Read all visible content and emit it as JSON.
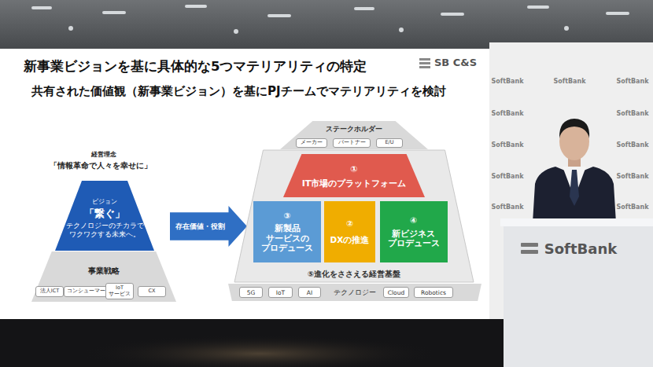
{
  "diagram": {
    "title": "新事業ビジョンを基に具体的な5つマテリアリティの特定",
    "nodes": [
      {
        "text": [
          "ビジョン",
          "「繋ぐ」",
          "テクノロジーのチカラで ワクワクする未来へ。"
        ]
      },
      {
        "text": [
          "事業戦略"
        ]
      },
      {
        "text": [
          "法人ICT"
        ],
        "in": 1
      },
      {
        "text": [
          "コンシューマー"
        ],
        "in": 1
      },
      {
        "text": [
          "IoT サービス"
        ],
        "in": 1
      },
      {
        "text": [
          "CX"
        ],
        "in": 1
      },
      {
        "text": [
          "存在価値・役割"
        ]
      },
      {
        "text": [
          "ステークホルダー"
        ]
      },
      {
        "text": [
          "メーカー"
        ],
        "in": 7
      },
      {
        "text": [
          "パートナー"
        ],
        "in": 7
      },
      {
        "text": [
          "E/U"
        ],
        "in": 7
      },
      {
        "text": [
          "⑤進化をささえる経営基盤"
        ]
      },
      {
        "text": [
          "①",
          "IT市場のプラットフォーム"
        ],
        "in": 11
      },
      {
        "text": [
          "③",
          "新製品 サービスの プロデュース"
        ],
        "in": 11
      },
      {
        "text": [
          "②",
          "DXの推進"
        ],
        "in": 11
      },
      {
        "text": [
          "④",
          "新ビジネス プロデュース"
        ],
        "in": 11
      },
      {
        "text": [
          "テクノロジー"
        ]
      },
      {
        "text": [
          "5G"
        ],
        "in": 16
      },
      {
        "text": [
          "IoT"
        ],
        "in": 16
      },
      {
        "text": [
          "AI"
        ],
        "in": 16
      },
      {
        "text": [
          "Cloud"
        ],
        "in": 16
      },
      {
        "text": [
          "Robotics"
        ],
        "in": 16
      }
    ],
    "labels": [
      "SB C&S",
      "共有された価値観（新事業ビジョン）を基にPJチームでマテリアリティを検討",
      "経営理念",
      "「情報革命で人々を幸せに」",
      "SoftBank",
      "SoftBank",
      "SoftBank",
      "SoftBank",
      "SoftBank",
      "SoftBank",
      "SoftBank",
      "SoftBank",
      "SoftBank",
      "SoftBank",
      "SoftBank",
      "SoftBank"
    ]
  }
}
